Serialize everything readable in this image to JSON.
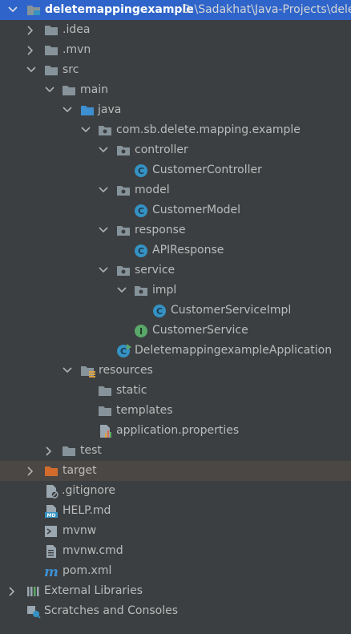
{
  "project": {
    "name": "deletemappingexample",
    "path": "D:\\Sadakhat\\Java-Projects\\dele"
  },
  "tree": {
    "idea": ".idea",
    "mvn": ".mvn",
    "src": "src",
    "main": "main",
    "java": "java",
    "package": "com.sb.delete.mapping.example",
    "controller": "controller",
    "customer_controller": "CustomerController",
    "model": "model",
    "customer_model": "CustomerModel",
    "response": "response",
    "api_response": "APIResponse",
    "service": "service",
    "impl": "impl",
    "customer_service_impl": "CustomerServiceImpl",
    "customer_service": "CustomerService",
    "application": "DeletemappingexampleApplication",
    "resources": "resources",
    "static": "static",
    "templates": "templates",
    "application_properties": "application.properties",
    "test": "test",
    "target": "target",
    "gitignore": ".gitignore",
    "help_md": "HELP.md",
    "mvnw": "mvnw",
    "mvnw_cmd": "mvnw.cmd",
    "pom_xml": "pom.xml",
    "external_libraries": "External Libraries",
    "scratches": "Scratches and Consoles"
  },
  "colors": {
    "background": "#3c3f41",
    "selection": "#2f65ca",
    "folder": "#87939a",
    "source_folder": "#3d8fd1",
    "excluded_folder": "#d26b2c",
    "class_icon": "#3592c4",
    "interface_icon": "#59a869"
  },
  "icons": {
    "class_letter": "C",
    "interface_letter": "I",
    "md_badge": "MD",
    "maven_letter": "m"
  }
}
